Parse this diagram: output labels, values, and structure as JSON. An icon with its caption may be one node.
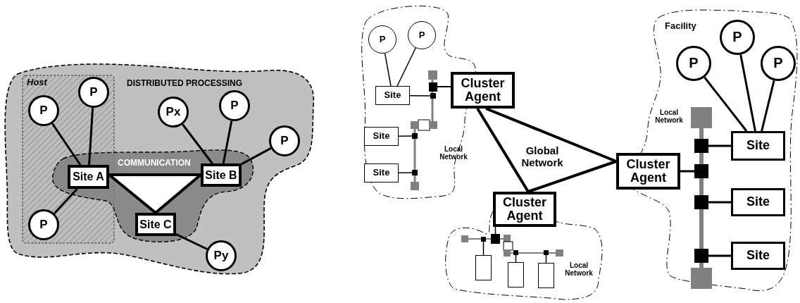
{
  "diagram": {
    "nodes": [
      {
        "text": [
          "P"
        ]
      },
      {
        "text": [
          "P"
        ]
      },
      {
        "text": [
          "Px"
        ]
      },
      {
        "text": [
          "P"
        ]
      },
      {
        "text": [
          "P"
        ]
      },
      {
        "text": [
          "Site A"
        ]
      },
      {
        "text": [
          "Site B"
        ]
      },
      {
        "text": [
          "Site C"
        ]
      },
      {
        "text": [
          "P"
        ]
      },
      {
        "text": [
          "Py"
        ]
      },
      {
        "text": [
          "P"
        ]
      },
      {
        "text": [
          "P"
        ]
      },
      {
        "text": [
          "Site"
        ]
      },
      {
        "text": [
          "Cluster Agent"
        ]
      },
      {
        "text": [
          "Site"
        ]
      },
      {
        "text": [
          "Site"
        ]
      },
      {
        "text": [],
        "shape": "bar",
        "beside": [
          "Local Network"
        ]
      },
      {
        "text": [
          "P"
        ]
      },
      {
        "text": [
          "P"
        ]
      },
      {
        "text": [
          "P"
        ]
      },
      {
        "text": [],
        "shape": "bar",
        "beside": [
          "Local Network"
        ]
      },
      {
        "text": [
          "Cluster Agent"
        ]
      },
      {
        "text": [
          "Site"
        ]
      },
      {
        "text": [
          "Site"
        ]
      },
      {
        "text": [
          "Site"
        ]
      },
      {
        "text": [
          "Cluster Agent"
        ]
      },
      {
        "text": [],
        "shape": "bar",
        "beside": [
          "Local Network"
        ]
      },
      {
        "text": [],
        "shape": "box"
      },
      {
        "text": [],
        "shape": "box"
      },
      {
        "text": [],
        "shape": "box"
      }
    ],
    "edges": [
      {
        "from": 0,
        "to": 5,
        "arrow": "none"
      },
      {
        "from": 1,
        "to": 5,
        "arrow": "none"
      },
      {
        "from": 8,
        "to": 5,
        "arrow": "none"
      },
      {
        "from": 5,
        "to": 6,
        "arrow": "none"
      },
      {
        "from": 5,
        "to": 7,
        "arrow": "none"
      },
      {
        "from": 6,
        "to": 7,
        "arrow": "none"
      },
      {
        "from": 2,
        "to": 6,
        "arrow": "none"
      },
      {
        "from": 3,
        "to": 6,
        "arrow": "none"
      },
      {
        "from": 4,
        "to": 6,
        "arrow": "none"
      },
      {
        "from": 7,
        "to": 9,
        "arrow": "none"
      },
      {
        "from": 10,
        "to": 12,
        "arrow": "none"
      },
      {
        "from": 11,
        "to": 12,
        "arrow": "none"
      },
      {
        "from": 12,
        "to": 16,
        "arrow": "none"
      },
      {
        "from": 13,
        "to": 16,
        "arrow": "none"
      },
      {
        "from": 14,
        "to": 16,
        "arrow": "none"
      },
      {
        "from": 15,
        "to": 16,
        "arrow": "none"
      },
      {
        "from": 13,
        "to": 25,
        "arrow": "none"
      },
      {
        "from": 13,
        "to": 21,
        "arrow": "none"
      },
      {
        "from": 25,
        "to": 21,
        "arrow": "none"
      },
      {
        "from": 17,
        "to": 22,
        "arrow": "none"
      },
      {
        "from": 18,
        "to": 22,
        "arrow": "none"
      },
      {
        "from": 19,
        "to": 22,
        "arrow": "none"
      },
      {
        "from": 21,
        "to": 20,
        "arrow": "none"
      },
      {
        "from": 22,
        "to": 20,
        "arrow": "none"
      },
      {
        "from": 23,
        "to": 20,
        "arrow": "none"
      },
      {
        "from": 24,
        "to": 20,
        "arrow": "none"
      },
      {
        "from": 25,
        "to": 26,
        "arrow": "none"
      },
      {
        "from": 27,
        "to": 26,
        "arrow": "none"
      },
      {
        "from": 28,
        "to": 26,
        "arrow": "none"
      },
      {
        "from": 29,
        "to": 26,
        "arrow": "none"
      }
    ],
    "labels": [
      "Host",
      "DISTRIBUTED PROCESSING",
      "COMMUNICATION",
      "Global Network",
      "Facility"
    ]
  }
}
